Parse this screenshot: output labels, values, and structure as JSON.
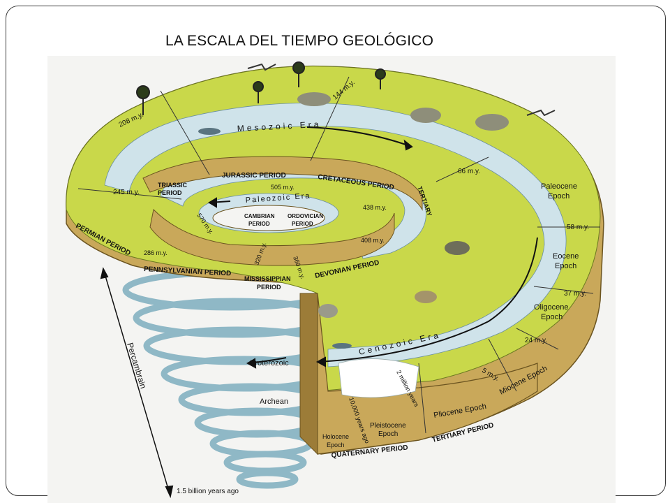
{
  "title": "LA ESCALA DEL TIEMPO GEOLÓGICO",
  "colors": {
    "land": "#c9d84a",
    "water": "#cfe3ea",
    "rim": "#c9a85a",
    "rim_dark": "#9c7c38"
  },
  "eras": {
    "mesozoic": "Mesozoic Era",
    "paleozoic": "Paleozoic Era",
    "cenozoic": "Cenozoic Era",
    "proterozoic": "Proterozoic",
    "archean": "Archean",
    "precambrian": "Percambrain"
  },
  "periods": {
    "permian": "PERMIAN PERIOD",
    "pennsylvanian": "PENNSYLVANIAN PERIOD",
    "mississippian_1": "MISSISSIPPIAN",
    "mississippian_2": "PERIOD",
    "devonian": "DEVONIAN PERIOD",
    "triassic_1": "TRIASSIC",
    "triassic_2": "PERIOD",
    "jurassic": "JURASSIC PERIOD",
    "cretaceous": "CRETACEOUS PERIOD",
    "tertiary_side": "TERTIARY",
    "cambrian_1": "CAMBRIAN",
    "cambrian_2": "PERIOD",
    "ordovician_1": "ORDOVICIAN",
    "ordovician_2": "PERIOD",
    "quaternary": "QUATERNARY PERIOD",
    "tertiary_bottom": "TERTIARY PERIOD"
  },
  "epochs": {
    "paleocene_1": "Paleocene",
    "paleocene_2": "Epoch",
    "eocene_1": "Eocene",
    "eocene_2": "Epoch",
    "oligocene_1": "Oligocene",
    "oligocene_2": "Epoch",
    "miocene": "Miocene Epoch",
    "pliocene": "Pliocene Epoch",
    "pleistocene_1": "Pleistocene",
    "pleistocene_2": "Epoch",
    "holocene_1": "Holocene",
    "holocene_2": "Epoch"
  },
  "ages": {
    "m208": "208 m.y.",
    "m144": "144 m.y.",
    "m66": "66 m.y.",
    "m245": "245 m.y.",
    "m505": "505 m.y.",
    "m570": "570 m.y.",
    "m438": "438 m.y.",
    "m408": "408 m.y.",
    "m286": "286 m.y.",
    "m360": "360 m.y.",
    "m320": "320 m.y.",
    "m58": "58 m.y.",
    "m37": "37 m.y.",
    "m24": "24 m.y.",
    "m5": "5 m.y.",
    "m2": "2 million years",
    "y10000": "10,000 years ago",
    "bottom": "1.5 billion years ago"
  }
}
